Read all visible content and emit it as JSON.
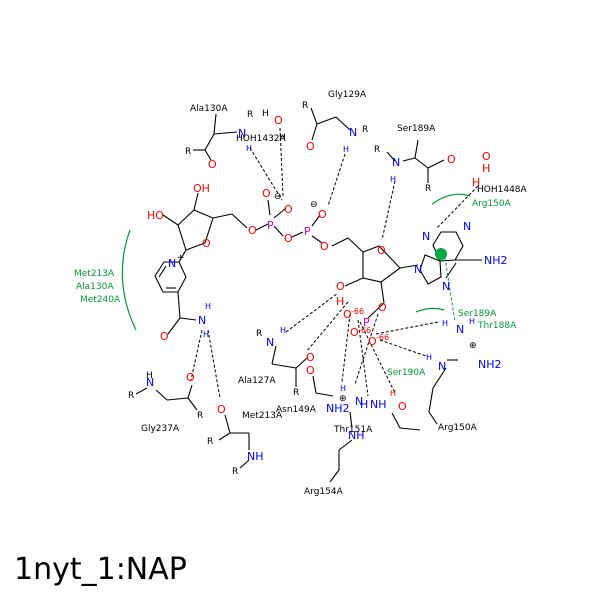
{
  "caption": "1nyt_1:NAP",
  "residues": {
    "ala130": "Ala130A",
    "gly129": "Gly129A",
    "ser189": "Ser189A",
    "hoh1432": "HOH1432A",
    "hoh1448": "HOH1448A",
    "ala127": "Ala127A",
    "gly237": "Gly237A",
    "met213": "Met213A",
    "asn149": "Asn149A",
    "thr151": "Thr151A",
    "arg150": "Arg150A",
    "arg154": "Arg154A",
    "ser190": "Ser190A"
  },
  "hydrophobic": {
    "arg150": "Arg150A",
    "met213": "Met213A",
    "ala130": "Ala130A",
    "met240": "Met240A",
    "ser189": "Ser189A",
    "thr188": "Thr188A"
  },
  "atoms": {
    "r": "R",
    "o": "O",
    "n": "N",
    "nh": "NH",
    "nh2": "NH2",
    "h": "H",
    "p": "P",
    "oh": "OH",
    "ho": "HO",
    "h2o_h": "H",
    "nplus": "N",
    "dist_66": "-66"
  }
}
